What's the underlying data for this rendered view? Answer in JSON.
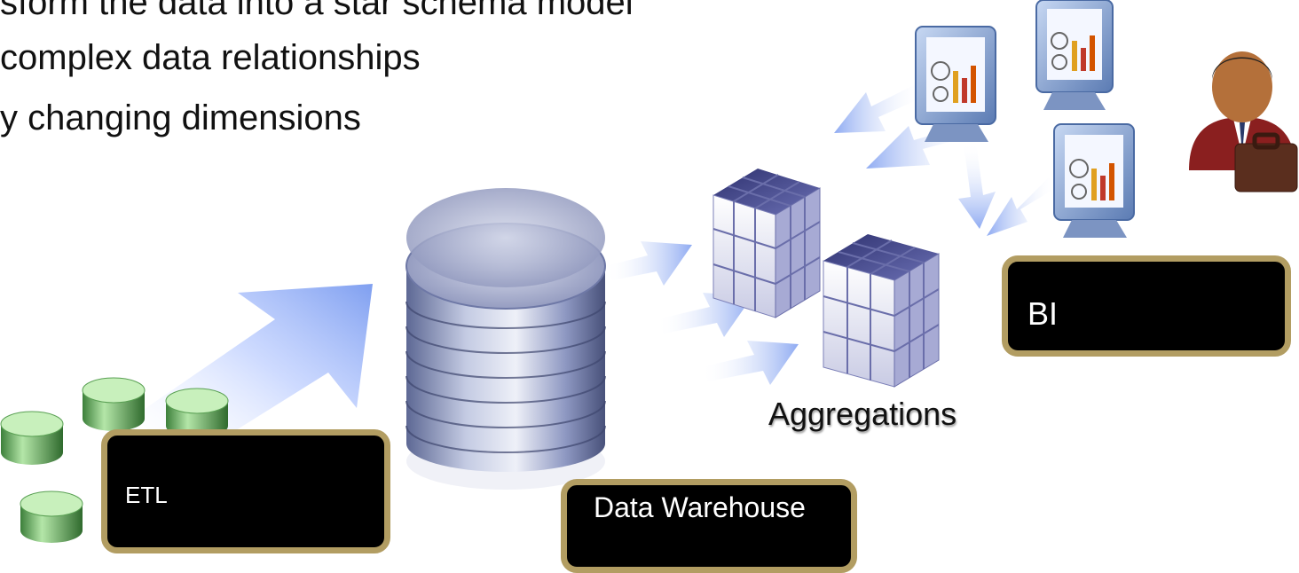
{
  "bullets": [
    "sform the data into a star schema model",
    " complex data relationships",
    "y changing dimensions"
  ],
  "labels": {
    "etl": "ETL",
    "data_warehouse": "Data Warehouse",
    "aggregations": "Aggregations",
    "bi": "BI"
  },
  "icons": [
    "source-database-icon",
    "data-warehouse-cylinder-icon",
    "cube-icon",
    "report-monitor-icon",
    "business-user-icon",
    "arrow-icon"
  ],
  "colors": {
    "label_border": "#b29d62",
    "label_fill": "#000000",
    "arrow": "#8aa6f0",
    "cylinder": "#8a96c4",
    "cube": "#5a5e9c",
    "source_db": "#6fb86a"
  }
}
